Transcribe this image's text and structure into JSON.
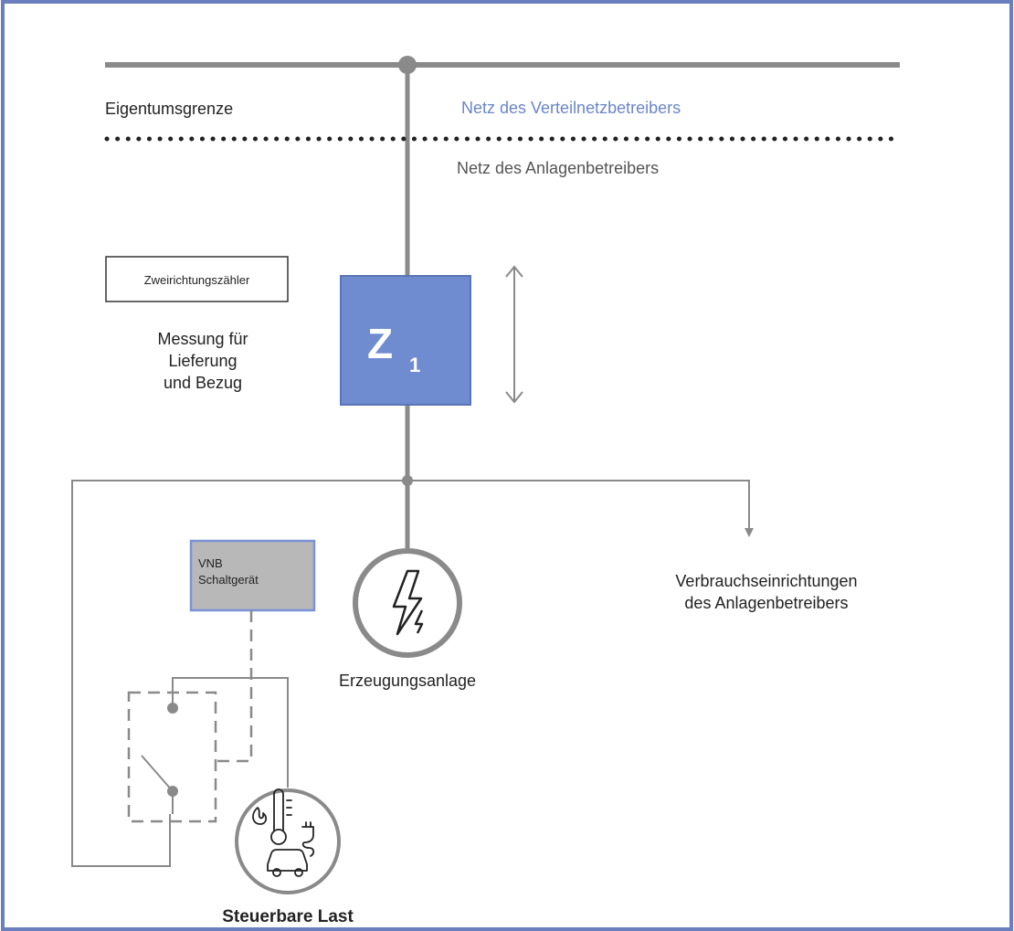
{
  "diagram": {
    "property_boundary_label": "Eigentumsgrenze",
    "dso_grid_label": "Netz des Verteilnetzbetreibers",
    "operator_grid_label": "Netz des Anlagenbetreibers",
    "meter_type_label": "Zweirichtungszähler",
    "measurement_lines": [
      "Messung für",
      "Lieferung",
      "und Bezug"
    ],
    "meter_letter": "Z",
    "meter_index": "1",
    "switch_device_lines": [
      "VNB",
      "Schaltgerät"
    ],
    "generation_label": "Erzeugungsanlage",
    "consumer_lines": [
      "Verbrauchseinrichtungen",
      "des Anlagenbetreibers"
    ],
    "controllable_load_label": "Steuerbare Last"
  },
  "colors": {
    "frame": "#6b7fbf",
    "line": "#8a8a8a",
    "meter_fill": "#6f8cd1",
    "accent_text": "#6a86c8",
    "switch_fill": "#b8b8b8",
    "switch_border": "#7b92d6"
  },
  "icons": {
    "generation": "lightning-bolt-icon",
    "load": "thermometer-plug-car-icon"
  }
}
